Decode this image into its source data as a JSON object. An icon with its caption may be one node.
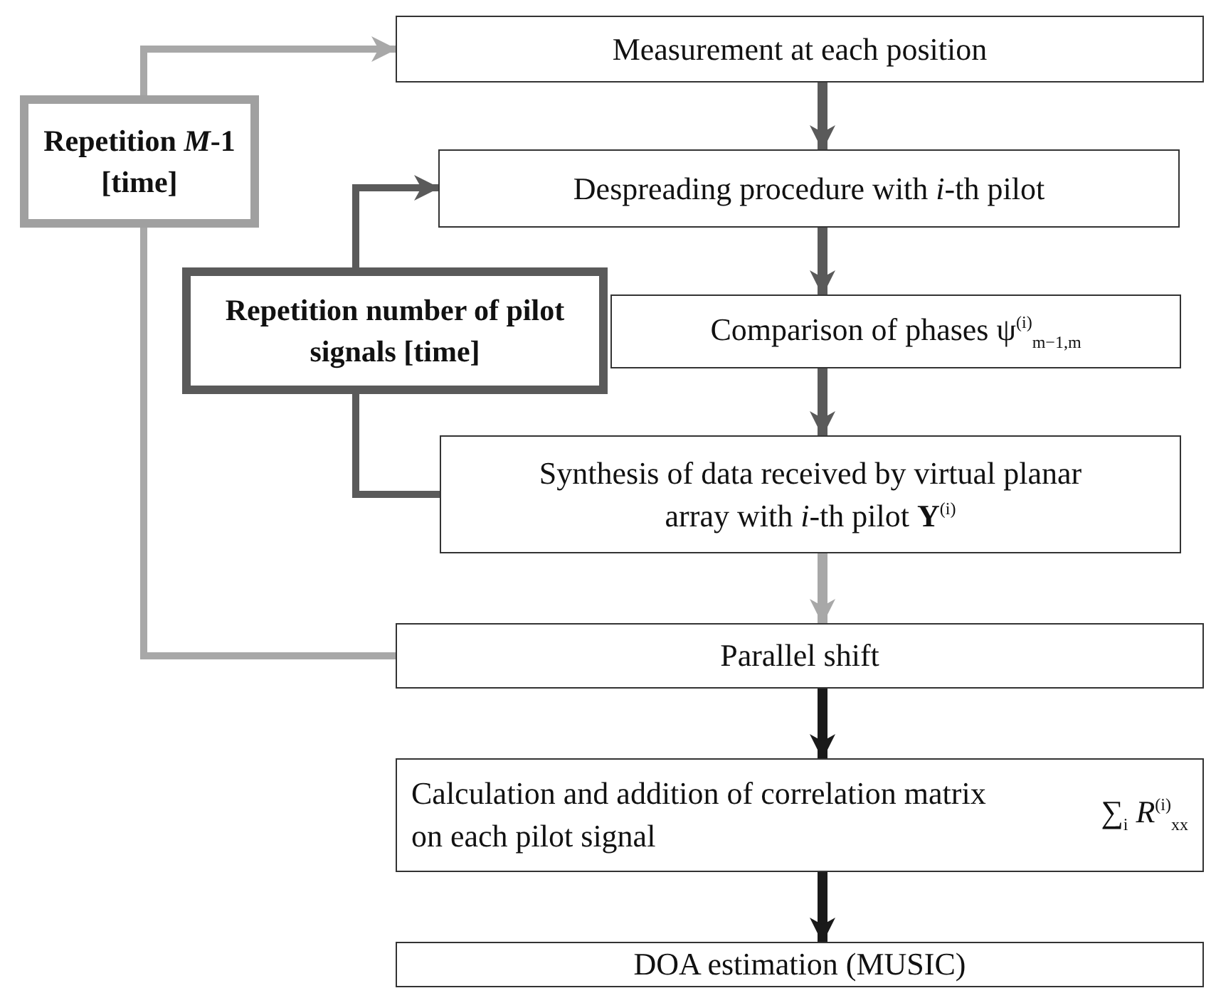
{
  "diagram": {
    "nodes": [
      {
        "text": [
          "Measurement at each position"
        ]
      },
      {
        "text": [
          "Repetition *M*-1 [time]"
        ]
      },
      {
        "text": [
          "Despreading procedure with *i*-th pilot"
        ]
      },
      {
        "text": [
          "Repetition number of pilot signals [time]"
        ]
      },
      {
        "text": [
          "Comparison of phases ψ$^{(i)}$$_{m−1,m}$"
        ]
      },
      {
        "text": [
          "Synthesis of data received by virtual planar array with *i*-th pilot  **Y**$^{(i)}$"
        ]
      },
      {
        "text": [
          "Parallel shift"
        ]
      },
      {
        "text": [
          "Calculation and addition of correlation matrix on each pilot signal",
          "∑$_{i}$ *R*$^{(i)}$$_{xx}$"
        ]
      },
      {
        "text": [
          "DOA estimation (MUSIC)"
        ]
      }
    ],
    "edges": [
      {
        "from": 0,
        "to": 2,
        "arrow": "to"
      },
      {
        "from": 2,
        "to": 4,
        "arrow": "to"
      },
      {
        "from": 4,
        "to": 5,
        "arrow": "to"
      },
      {
        "from": 5,
        "to": 6,
        "arrow": "to",
        "color": "#a8a8a8"
      },
      {
        "from": 6,
        "to": 7,
        "arrow": "to",
        "color": "#1a1a1a"
      },
      {
        "from": 7,
        "to": 8,
        "arrow": "to",
        "color": "#1a1a1a"
      },
      {
        "from": 5,
        "to": 3,
        "arrow": "none"
      },
      {
        "from": 3,
        "to": 2,
        "arrow": "to"
      },
      {
        "from": 6,
        "to": 1,
        "arrow": "none",
        "color": "#a8a8a8"
      },
      {
        "from": 1,
        "to": 0,
        "arrow": "to",
        "color": "#a8a8a8"
      }
    ]
  }
}
